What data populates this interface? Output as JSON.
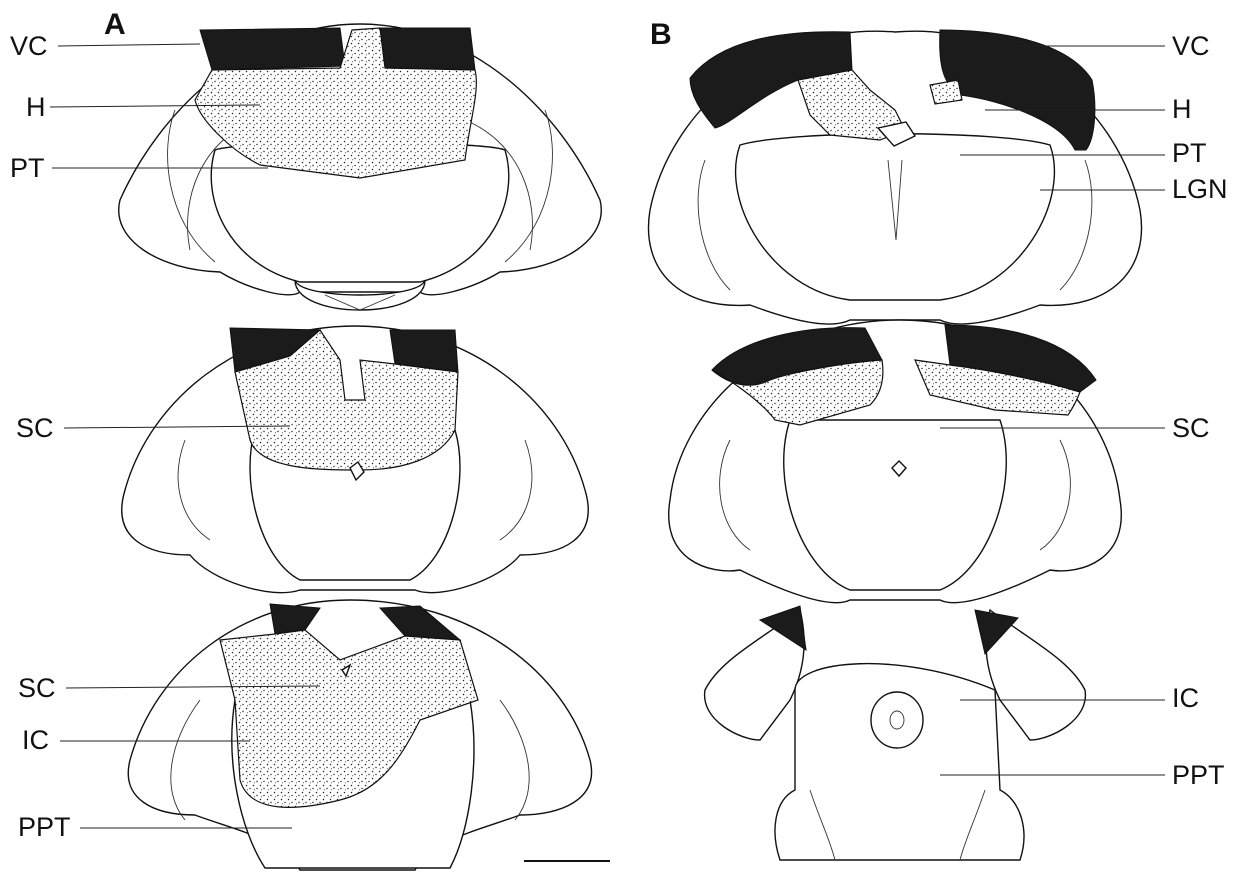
{
  "panels": [
    {
      "letter": "A",
      "labels": {
        "vc": "VC",
        "h": "H",
        "pt": "PT",
        "sc1": "SC",
        "sc2": "SC",
        "ic": "IC",
        "ppt": "PPT"
      }
    },
    {
      "letter": "B",
      "labels": {
        "vc": "VC",
        "h": "H",
        "pt": "PT",
        "lgn": "LGN",
        "sc": "SC",
        "ic": "IC",
        "ppt": "PPT"
      }
    }
  ],
  "colors": {
    "outline": "#111111",
    "lesion_dark": "#1b1b1b",
    "stipple_dot": "#222222"
  }
}
